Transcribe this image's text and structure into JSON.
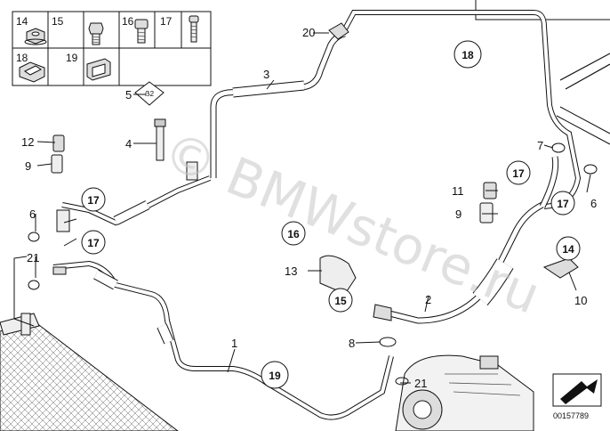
{
  "legend": {
    "items": [
      {
        "num": "14",
        "icon": "flange-nut-icon"
      },
      {
        "num": "15",
        "icon": "hex-bolt-icon"
      },
      {
        "num": "16",
        "icon": "socket-bolt-icon"
      },
      {
        "num": "17",
        "icon": "screw-icon"
      },
      {
        "num": "18",
        "icon": "clip-bracket-icon"
      },
      {
        "num": "19",
        "icon": "holder-clip-icon"
      }
    ]
  },
  "callouts": {
    "c1": "1",
    "c2": "2",
    "c3": "3",
    "c4": "4",
    "c5": "5",
    "c6a": "6",
    "c6b": "6",
    "c7": "7",
    "c8": "8",
    "c9a": "9",
    "c9b": "9",
    "c10": "10",
    "c11": "11",
    "c12": "12",
    "c13": "13",
    "c20": "20",
    "c21a": "21",
    "c21b": "21"
  },
  "circled": {
    "r14": "14",
    "r15": "15",
    "r16": "16",
    "r17a": "17",
    "r17b": "17",
    "r17c": "17",
    "r17d": "17",
    "r18": "18",
    "r19": "19"
  },
  "watermark": "© BMWstore.ru",
  "catalog_number": "00157789",
  "colors": {
    "line": "#111111",
    "watermark": "#c8c8c8",
    "background": "#ffffff"
  }
}
